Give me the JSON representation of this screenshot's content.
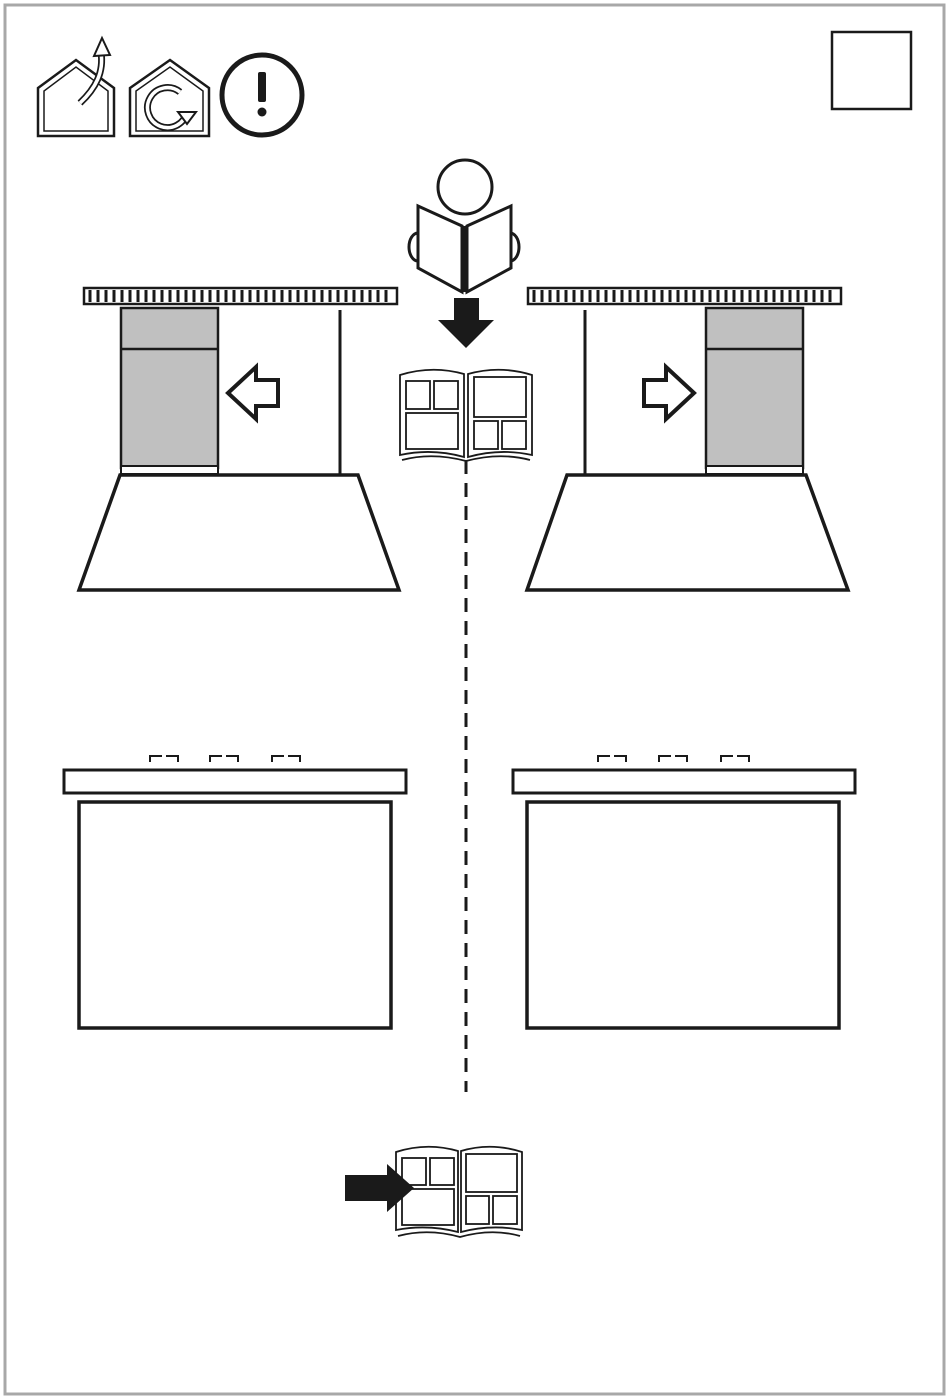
{
  "page": {
    "frame_color": "#a8a8a8",
    "ink_color": "#1a1a1a",
    "panel_fill": "#c0c0c0",
    "background": "#ffffff"
  },
  "header": {
    "icons": [
      "house-exhaust-out-icon",
      "house-recirculation-icon",
      "warning-exclamation-icon"
    ],
    "checkbox_icon": "empty-square-box-icon"
  },
  "center": {
    "icons": [
      "person-reading-manual-icon",
      "down-arrow-icon",
      "open-manual-book-icon"
    ]
  },
  "hoods": [
    {
      "side": "left",
      "panel_side": "left",
      "arrow": "left-outline-arrow-icon"
    },
    {
      "side": "right",
      "panel_side": "right",
      "arrow": "right-outline-arrow-icon"
    }
  ],
  "hobs": [
    {
      "side": "left"
    },
    {
      "side": "right"
    }
  ],
  "footer": {
    "icons": [
      "right-arrow-icon",
      "open-manual-book-icon"
    ]
  }
}
